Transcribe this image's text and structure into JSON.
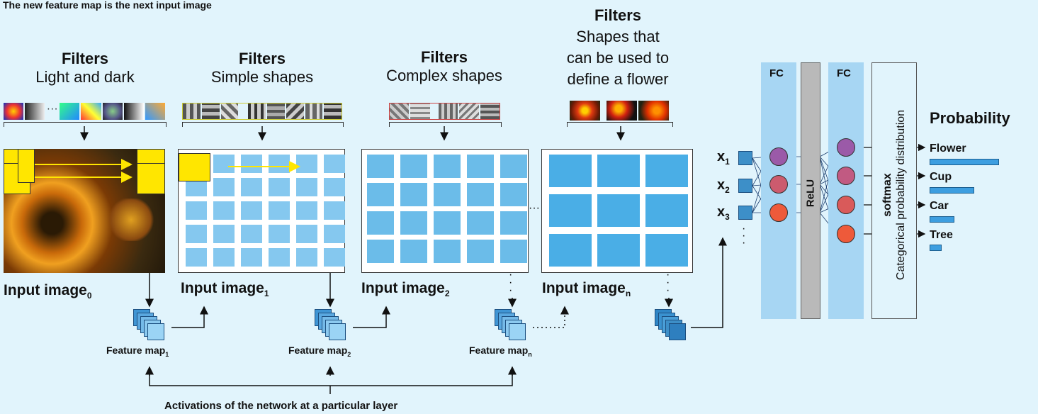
{
  "caption": "The new feature map is the next input image",
  "filter_groups": [
    {
      "heading": "Filters",
      "subtitle": "Light and dark"
    },
    {
      "heading": "Filters",
      "subtitle": "Simple shapes"
    },
    {
      "heading": "Filters",
      "subtitle": "Complex shapes"
    },
    {
      "heading": "Filters",
      "subtitle_lines": [
        "Shapes that",
        "can be used to",
        "define a flower"
      ]
    }
  ],
  "input_images": [
    {
      "label": "Input image",
      "sub": "0"
    },
    {
      "label": "Input image",
      "sub": "1"
    },
    {
      "label": "Input image",
      "sub": "2"
    },
    {
      "label": "Input image",
      "sub": "n"
    }
  ],
  "feature_maps": [
    {
      "label": "Feature map",
      "sub": "1"
    },
    {
      "label": "Feature map",
      "sub": "2"
    },
    {
      "label": "Feature map",
      "sub": "n"
    }
  ],
  "activations_caption": "Activations of the network at a particular layer",
  "network": {
    "inputs": [
      {
        "label": "x",
        "sub": "1"
      },
      {
        "label": "x",
        "sub": "2"
      },
      {
        "label": "x",
        "sub": "3"
      }
    ],
    "fc1_label": "FC",
    "relu_label": "ReLU",
    "fc2_label": "FC",
    "softmax_label": "softmax",
    "softmax_sub": "Categorical probability distribution"
  },
  "probability": {
    "title": "Probability",
    "items": [
      {
        "label": "Flower",
        "value": 0.7
      },
      {
        "label": "Cup",
        "value": 0.45
      },
      {
        "label": "Car",
        "value": 0.25
      },
      {
        "label": "Tree",
        "value": 0.12
      }
    ]
  },
  "ellipsis": "···",
  "colors": {
    "background": "#e1f4fc",
    "grid_cell": "#7cc3ec",
    "fc": "#a7d6f3",
    "relu": "#b9b9b9",
    "highlight": "#ffe600"
  }
}
